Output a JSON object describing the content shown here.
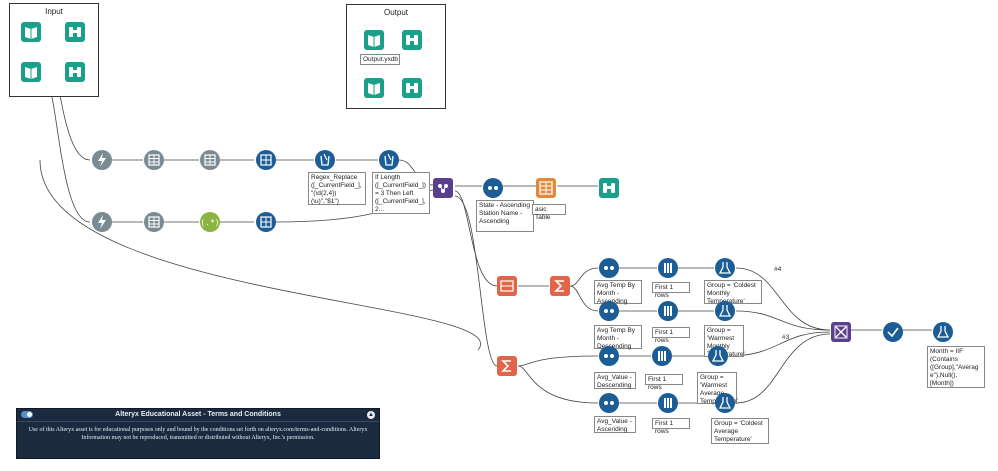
{
  "containers": {
    "input": {
      "title": "Input"
    },
    "output": {
      "title": "Output"
    }
  },
  "annotations": {
    "output_file": "Output.yxdb",
    "regex_replace": "Regex_Replace\n([_CurrentField_],\n\"(\\d{2,4})\n(\\u)\",\"$1\")",
    "if_length": "If Length\n([_CurrentField_])\n= 3 Then Left\n([_CurrentField_],\n2...",
    "sort_state": "State - Ascending\nStation Name -\nAscending",
    "basic_table": "asic Table",
    "sort_avg_temp_asc": "Avg Temp By\nMonth -\nAscending",
    "sample_first1_a": "First 1 rows",
    "formula_coldest_monthly": "Group = 'Coldest\nMonthly\nTemperature'",
    "sort_avg_temp_desc": "Avg Temp By\nMonth -\nDescending",
    "sample_first1_b": "First 1 rows",
    "formula_warmest_monthly": "Group =\n'Warmest\nMonthly\nTemperature'",
    "sort_avg_value_desc": "Avg_Value -\nDescending",
    "sample_first1_c": "First 1 rows",
    "formula_warmest_avg": "Group =\n'Warmest\nAverage\nTemperature'",
    "sort_avg_value_asc": "Avg_Value -\nAscending",
    "sample_first1_d": "First 1 rows",
    "formula_coldest_avg": "Group = 'Coldest\nAverage\nTemperature'",
    "formula_month": "Month = IIF\n(Contains\n([Group],\"Averag\ne\"),Null(),\n[Month])"
  },
  "connection_labels": {
    "c4": "#4",
    "c3": "#3"
  },
  "terms_panel": {
    "title": "Alteryx Educational Asset - Terms and Conditions",
    "body": "Use of this Alteryx asset is for educational purposes only and bound by the conditions set forth on alteryx.com/terms-and-conditions. Alteryx Information may not be reproduced, transmitted or distributed without Alteryx, Inc.'s permission."
  },
  "colors": {
    "input_output_green": "#1aa08a",
    "preparation_gray": "#7b8a93",
    "parse_blue": "#1c5d96",
    "join_purple": "#5b3f8f",
    "transform_orange": "#e0664a",
    "report_orange": "#e08a3c",
    "connector_green": "#8bc34a"
  }
}
